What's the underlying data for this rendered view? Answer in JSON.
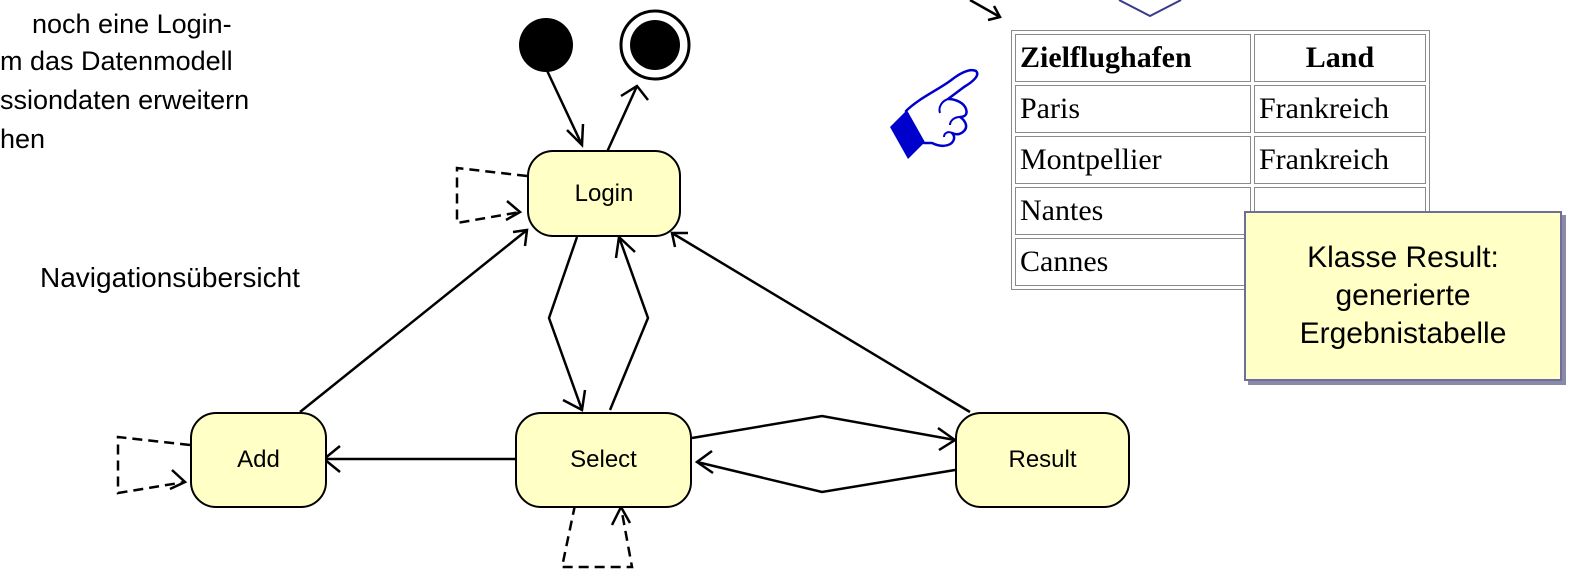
{
  "slide_text": {
    "line1": "noch eine Login-",
    "line2": "m das Datenmodell",
    "line3": "ssiondaten erweitern",
    "line4": "hen",
    "navigation_heading": "Navigationsübersicht"
  },
  "states": {
    "login": "Login",
    "add": "Add",
    "select": "Select",
    "result": "Result"
  },
  "table": {
    "headers": [
      "Zielflughafen",
      "Land"
    ],
    "rows": [
      [
        "Paris",
        "Frankreich"
      ],
      [
        "Montpellier",
        "Frankreich"
      ],
      [
        "Nantes",
        ""
      ],
      [
        "Cannes",
        ""
      ]
    ]
  },
  "callout": {
    "line1": "Klasse Result:",
    "line2": "generierte",
    "line3": "Ergebnistabelle"
  },
  "icons": {
    "pointer": "pointing-hand-icon",
    "initial_state": "initial-state-icon",
    "final_state": "final-state-icon"
  },
  "colors": {
    "state_fill": "#ffffc6",
    "pointer_blue": "#0000cc",
    "callout_border": "#6e6e9a"
  }
}
